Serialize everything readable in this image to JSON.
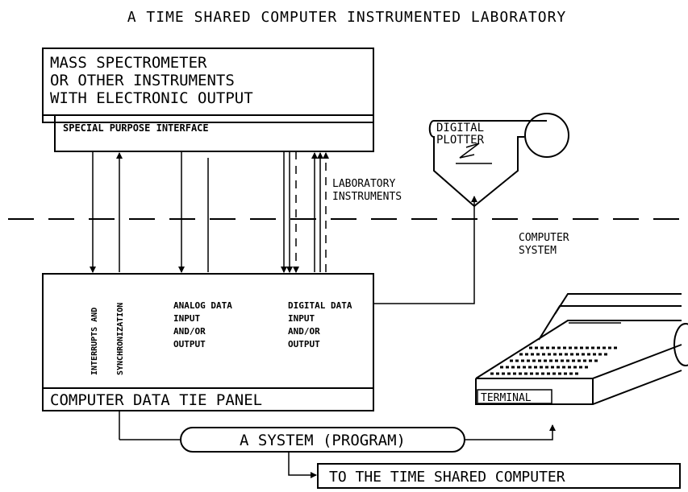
{
  "title": "A TIME SHARED COMPUTER INSTRUMENTED LABORATORY",
  "instrument_box": {
    "lines": [
      "MASS SPECTROMETER",
      "OR OTHER INSTRUMENTS",
      "WITH ELECTRONIC OUTPUT"
    ]
  },
  "interface_label": "SPECIAL PURPOSE INTERFACE",
  "plotter": {
    "line1": "DIGITAL",
    "line2": "PLOTTER"
  },
  "lab_instruments_label": {
    "line1": "LABORATORY",
    "line2": "INSTRUMENTS"
  },
  "computer_system_label": {
    "line1": "COMPUTER",
    "line2": "SYSTEM"
  },
  "tie_panel": {
    "label": "COMPUTER DATA TIE PANEL",
    "vertical_1": "INTERRUPTS AND",
    "vertical_2": "SYNCHRONIZATION",
    "analog": [
      "ANALOG DATA",
      "INPUT",
      "AND/OR",
      "OUTPUT"
    ],
    "digital": [
      "DIGITAL DATA",
      "INPUT",
      "AND/OR",
      "OUTPUT"
    ]
  },
  "terminal_label": "TERMINAL",
  "system_program_label": "A SYSTEM (PROGRAM)",
  "time_shared_label": "TO THE TIME SHARED COMPUTER"
}
